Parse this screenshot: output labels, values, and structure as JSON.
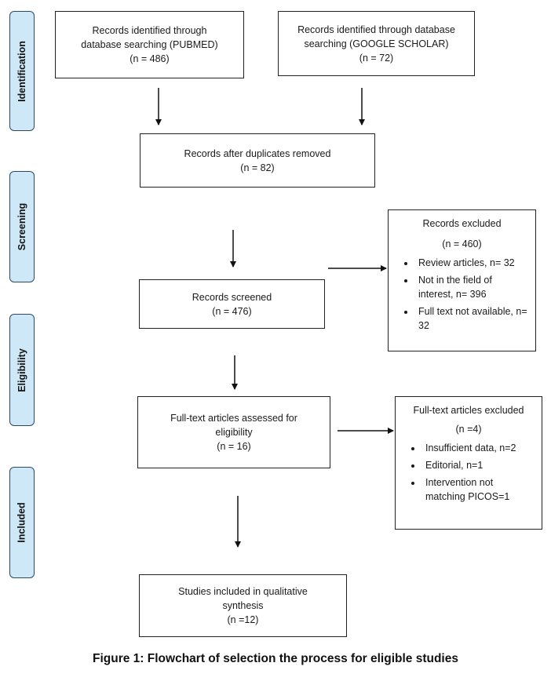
{
  "phases": [
    "Identification",
    "Screening",
    "Eligibility",
    "Included"
  ],
  "boxes": {
    "pubmed": [
      "Records identified through",
      "database searching (PUBMED)",
      "(n = 486)"
    ],
    "scholar": [
      "Records identified through database",
      "searching (GOOGLE SCHOLAR)",
      "(n = 72)"
    ],
    "duplicates": [
      "Records after duplicates removed",
      "(n = 82)"
    ],
    "screened": [
      "Records screened",
      "(n = 476)"
    ],
    "fulltext": [
      "Full-text articles assessed for",
      "eligibility",
      "(n = 16)"
    ],
    "included": [
      "Studies included in qualitative",
      "synthesis",
      "(n =12)"
    ]
  },
  "excluded_records": {
    "title": "Records excluded",
    "count": "(n = 460)",
    "items": [
      "Review articles, n= 32",
      "Not in the field of interest, n= 396",
      "Full text not available, n= 32"
    ]
  },
  "excluded_fulltext": {
    "title": "Full-text articles excluded",
    "count": "(n =4)",
    "items": [
      "Insufficient data, n=2",
      "Editorial, n=1",
      "Intervention not matching PICOS=1"
    ]
  },
  "caption": "Figure 1: Flowchart of selection the process for eligible studies"
}
